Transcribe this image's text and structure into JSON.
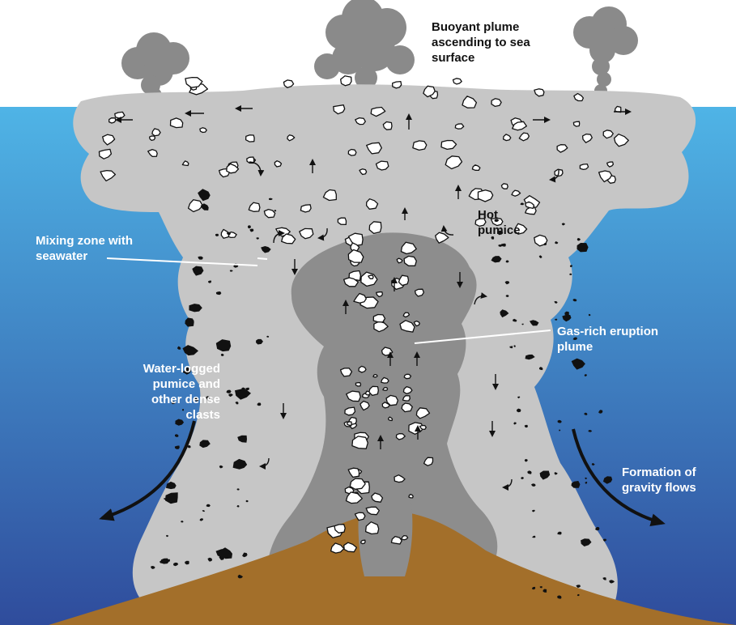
{
  "labels": {
    "buoyant_plume": [
      "Buoyant plume",
      "ascending to sea",
      "surface"
    ],
    "hot_pumice": [
      "Hot",
      "pumice"
    ],
    "mixing_zone": [
      "Mixing zone with",
      "seawater"
    ],
    "gas_rich": [
      "Gas-rich eruption",
      "plume"
    ],
    "water_logged": [
      "Water-logged",
      "pumice and",
      "other dense",
      "clasts"
    ],
    "gravity_flows": [
      "Formation of",
      "gravity flows"
    ]
  },
  "colors": {
    "sea_top": "#4fb4e6",
    "sea_bottom": "#2f4c9c",
    "outer_plume": "#c6c6c6",
    "inner_plume": "#8d8d8d",
    "volcano": "#a36f2a",
    "smoke": "#8a8a8a",
    "dense_clast": "#111111",
    "pumice": "#ffffff"
  }
}
